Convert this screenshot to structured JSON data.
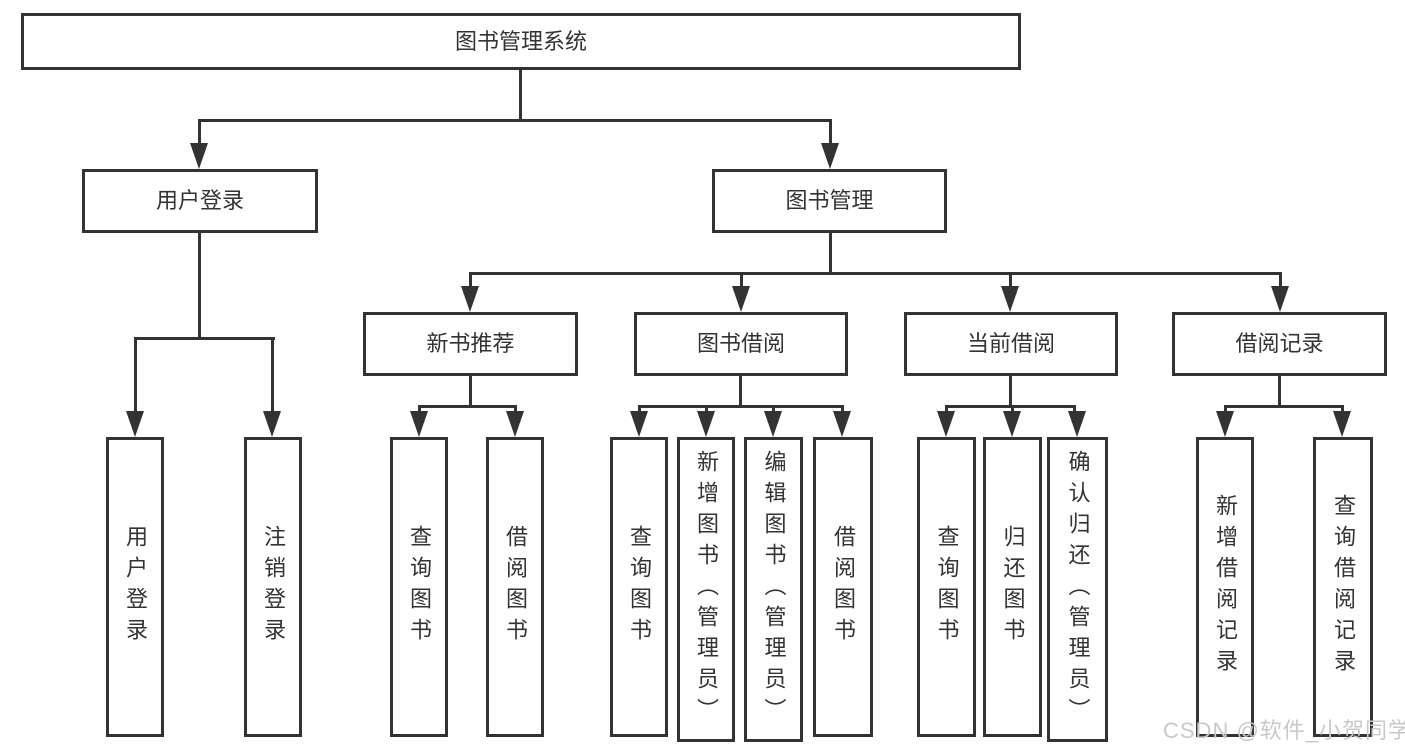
{
  "diagram": {
    "type": "hierarchy-tree",
    "title": "图书管理系统",
    "colors": {
      "line": "#333333",
      "text": "#333333",
      "box_background": "#ffffff",
      "page_background": "#ffffff",
      "watermark": "#c9c9c9"
    },
    "watermark": "CSDN @软件_小贺同学"
  },
  "nodes": {
    "root": "图书管理系统",
    "user_login": "用户登录",
    "book_mgmt": "图书管理",
    "leaf_user_login": "用户登录",
    "leaf_logout": "注销登录",
    "new_book_rec": "新书推荐",
    "book_borrow": "图书借阅",
    "current_borrow": "当前借阅",
    "borrow_record": "借阅记录",
    "nb_query_book": "查询图书",
    "nb_borrow_book": "借阅图书",
    "bb_query_book": "查询图书",
    "bb_add_book": "新增图书（管理员）",
    "bb_edit_book": "编辑图书（管理员）",
    "bb_borrow_book": "借阅图书",
    "cb_query_book": "查询图书",
    "cb_return_book": "归还图书",
    "cb_confirm_return": "确认归还（管理员）",
    "br_add_record": "新增借阅记录",
    "br_query_record": "查询借阅记录"
  }
}
